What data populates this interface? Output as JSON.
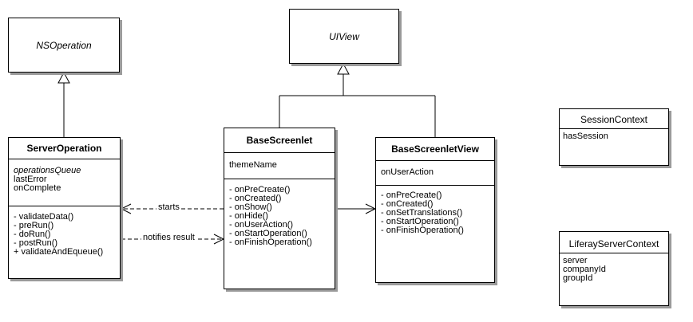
{
  "classes": {
    "nsoperation": {
      "name": "NSOperation"
    },
    "uiview": {
      "name": "UIView"
    },
    "server_operation": {
      "name": "ServerOperation",
      "attributes": [
        "operationsQueue",
        "lastError",
        "onComplete"
      ],
      "methods": [
        "- validateData()",
        "- preRun()",
        "- doRun()",
        "- postRun()",
        "+ validateAndEqueue()"
      ]
    },
    "base_screenlet": {
      "name": "BaseScreenlet",
      "attributes": [
        "themeName"
      ],
      "methods": [
        "- onPreCreate()",
        "- onCreated()",
        "- onShow()",
        "- onHide()",
        "- onUserAction()",
        "- onStartOperation()",
        "- onFinishOperation()"
      ]
    },
    "base_screenlet_view": {
      "name": "BaseScreenletView",
      "attributes": [
        "onUserAction"
      ],
      "methods": [
        "- onPreCreate()",
        "- onCreated()",
        "- onSetTranslations()",
        "- onStartOperation()",
        "- onFinishOperation()"
      ]
    },
    "session_context": {
      "name": "SessionContext",
      "attributes": [
        "hasSession"
      ]
    },
    "liferay_server_context": {
      "name": "LiferayServerContext",
      "attributes": [
        "server",
        "companyId",
        "groupId"
      ]
    }
  },
  "relations": {
    "starts": "starts",
    "notifies": "notifies result"
  }
}
